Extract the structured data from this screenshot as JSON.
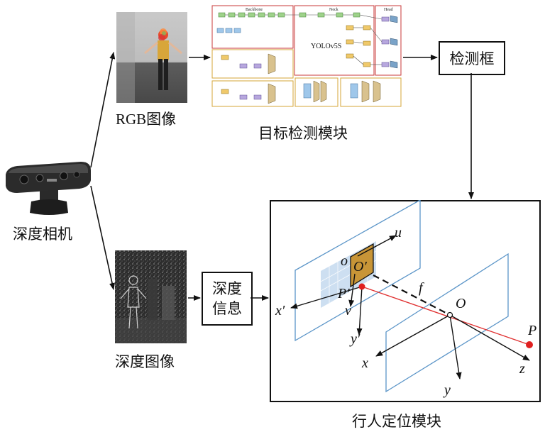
{
  "camera_label": "深度相机",
  "rgb_label": "RGB图像",
  "depth_image_label": "深度图像",
  "detection_module_label": "目标检测模块",
  "detection_box_label": "检测框",
  "depth_info_label": "深度\n信息",
  "localization_module_label": "行人定位模块",
  "yolo_diagram": {
    "backbone": "Backbone",
    "neck": "Neck",
    "head": "Head",
    "model_name": "YOLOv5S"
  },
  "geometry_labels": {
    "o": "o",
    "O_prime": "O′",
    "u": "u",
    "P_prime": "P′",
    "v": "v",
    "f": "f",
    "O": "O",
    "P": "P",
    "x_prime": "x′",
    "y_prime": "y′",
    "x": "x",
    "y": "y",
    "z": "z"
  },
  "colors": {
    "plane": "#5b95c8",
    "ray": "#e03030",
    "point": "#e02020",
    "roi": "#c89537",
    "roi_grid": "#bcd4ec"
  }
}
